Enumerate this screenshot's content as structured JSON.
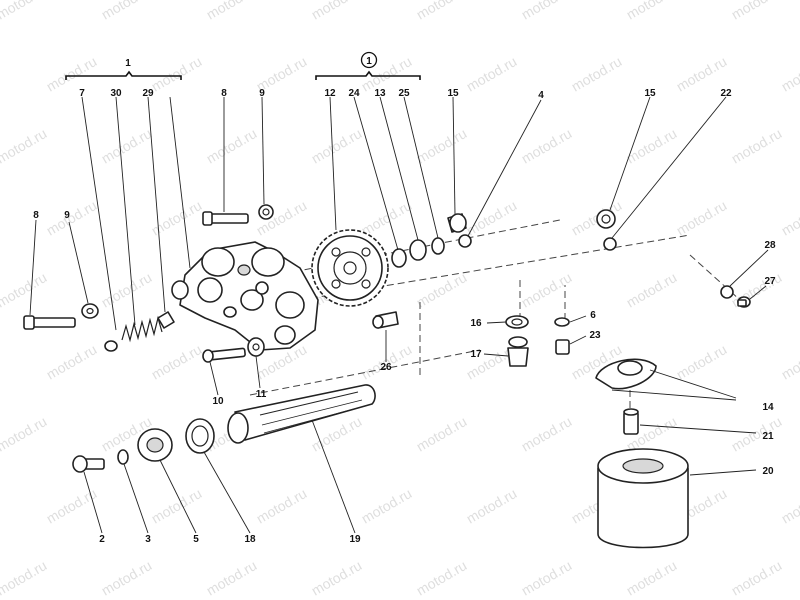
{
  "watermark": "motod.ru",
  "groups": {
    "g1": "1",
    "g2": "1"
  },
  "labels": {
    "l7": "7",
    "l30": "30",
    "l29": "29",
    "l8_top": "8",
    "l9_top": "9",
    "l12": "12",
    "l24": "24",
    "l13": "13",
    "l25": "25",
    "l15_a": "15",
    "l4": "4",
    "l15_b": "15",
    "l22": "22",
    "l8_left": "8",
    "l9_left": "9",
    "l28": "28",
    "l27": "27",
    "l16": "16",
    "l6": "6",
    "l17": "17",
    "l23": "23",
    "l26": "26",
    "l10": "10",
    "l11": "11",
    "l14": "14",
    "l21": "21",
    "l20": "20",
    "l2": "2",
    "l3": "3",
    "l5": "5",
    "l18": "18",
    "l19": "19"
  },
  "colors": {
    "ink": "#222222",
    "watermark": "#c4c4c4",
    "background": "#ffffff"
  }
}
